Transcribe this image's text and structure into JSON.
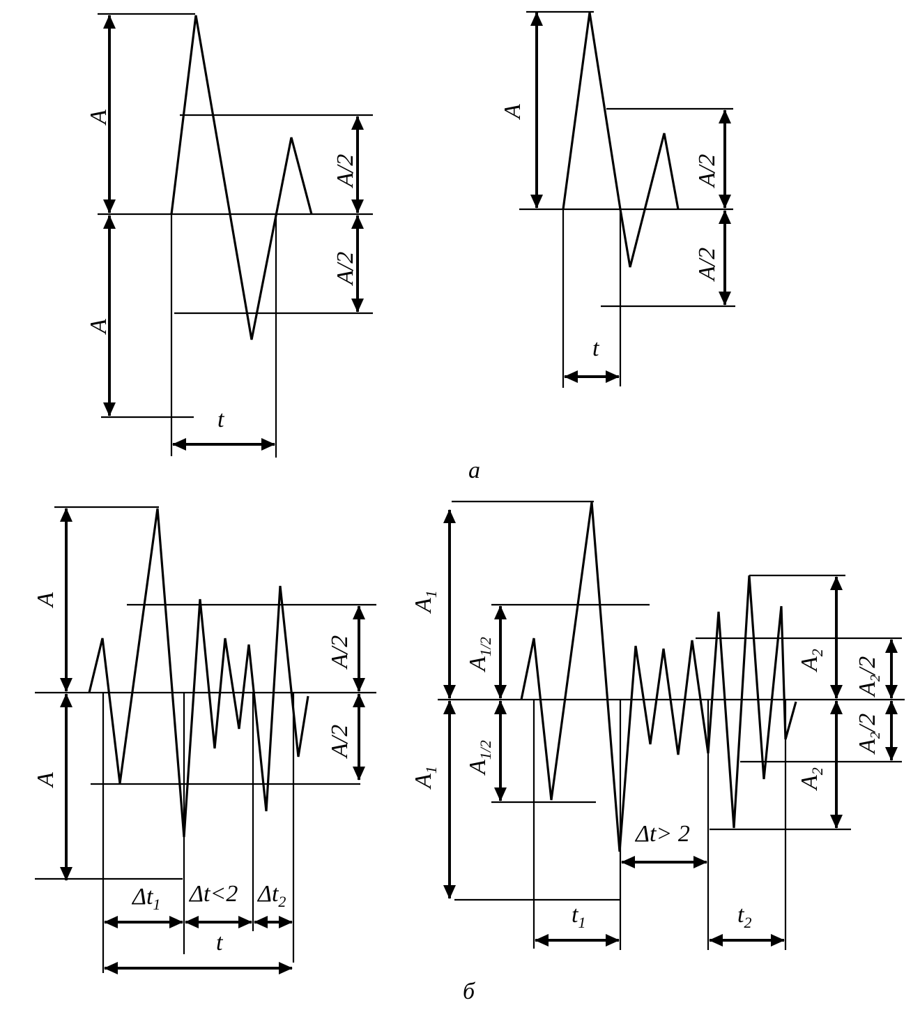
{
  "captions": {
    "a": "а",
    "b": "б"
  },
  "panel_a_left": {
    "amp_top": "A",
    "amp_bottom": "A",
    "half_top": "A/2",
    "half_bottom": "A/2",
    "duration": "t"
  },
  "panel_a_right": {
    "amp": "A",
    "half_top": "A/2",
    "half_bottom": "A/2",
    "duration": "t"
  },
  "panel_b_left": {
    "amp_top": "A",
    "amp_bottom": "A",
    "half_top": "A/2",
    "half_bottom": "A/2",
    "dt1": "Δt",
    "dt1_sub": "1",
    "dt_mid": "Δt<2",
    "dt2": "Δt",
    "dt2_sub": "2",
    "duration": "t"
  },
  "panel_b_right": {
    "a1_top": "A",
    "a1_top_sub": "1",
    "a1_bottom": "A",
    "a1_bottom_sub": "1",
    "a1half_top": "A",
    "a1half_top_sub": "1/2",
    "a1half_bottom": "A",
    "a1half_bottom_sub": "1/2",
    "a2_top": "A",
    "a2_top_sub": "2",
    "a2_bottom": "A",
    "a2_bottom_sub": "2",
    "a2half_top": "A",
    "a2half_top_sub": "2",
    "a2half_top_tail": "/2",
    "a2half_bottom": "A",
    "a2half_bottom_sub": "2",
    "a2half_bottom_tail": "/2",
    "gap": "Δt> 2",
    "t1": "t",
    "t1_sub": "1",
    "t2": "t",
    "t2_sub": "2"
  }
}
